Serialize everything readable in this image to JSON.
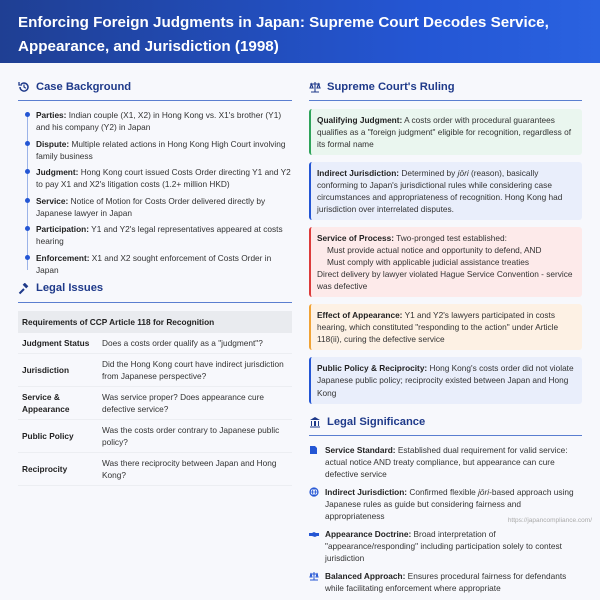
{
  "title": "Enforcing Foreign Judgments in Japan: Supreme Court Decodes Service, Appearance, and Jurisdiction (1998)",
  "background": {
    "heading": "Case Background",
    "items": [
      {
        "label": "Parties:",
        "text": " Indian couple (X1, X2) in Hong Kong vs. X1's brother (Y1) and his company (Y2) in Japan"
      },
      {
        "label": "Dispute:",
        "text": " Multiple related actions in Hong Kong High Court involving family business"
      },
      {
        "label": "Judgment:",
        "text": " Hong Kong court issued Costs Order directing Y1 and Y2 to pay X1 and X2's litigation costs (1.2+ million HKD)"
      },
      {
        "label": "Service:",
        "text": " Notice of Motion for Costs Order delivered directly by Japanese lawyer in Japan"
      },
      {
        "label": "Participation:",
        "text": " Y1 and Y2's legal representatives appeared at costs hearing"
      },
      {
        "label": "Enforcement:",
        "text": " X1 and X2 sought enforcement of Costs Order in Japan"
      }
    ]
  },
  "issues": {
    "heading": "Legal Issues",
    "table_header": "Requirements of CCP Article 118 for Recognition",
    "rows": [
      {
        "k": "Judgment Status",
        "v": "Does a costs order qualify as a \"judgment\"?"
      },
      {
        "k": "Jurisdiction",
        "v": "Did the Hong Kong court have indirect jurisdiction from Japanese perspective?"
      },
      {
        "k": "Service & Appearance",
        "v": "Was service proper? Does appearance cure defective service?"
      },
      {
        "k": "Public Policy",
        "v": "Was the costs order contrary to Japanese public policy?"
      },
      {
        "k": "Reciprocity",
        "v": "Was there reciprocity between Japan and Hong Kong?"
      }
    ]
  },
  "ruling": {
    "heading": "Supreme Court's Ruling",
    "qualifying": {
      "label": "Qualifying Judgment:",
      "text": " A costs order with procedural guarantees qualifies as a \"foreign judgment\" eligible for recognition, regardless of its formal name"
    },
    "jurisdiction": {
      "label": "Indirect Jurisdiction:",
      "pre": " Determined by ",
      "em": "jōri",
      "text": " (reason), basically conforming to Japan's jurisdictional rules while considering case circumstances and appropriateness of recognition. Hong Kong had jurisdiction over interrelated disputes."
    },
    "service": {
      "label": "Service of Process:",
      "text": " Two-pronged test established:",
      "sub1": "Must provide actual notice and opportunity to defend, AND",
      "sub2": "Must comply with applicable judicial assistance treaties",
      "after": "Direct delivery by lawyer violated Hague Service Convention - service was defective"
    },
    "appearance": {
      "label": "Effect of Appearance:",
      "text": " Y1 and Y2's lawyers participated in costs hearing, which constituted \"responding to the action\" under Article 118(ii), curing the defective service"
    },
    "policy": {
      "label": "Public Policy & Reciprocity:",
      "text": " Hong Kong's costs order did not violate Japanese public policy; reciprocity existed between Japan and Hong Kong"
    }
  },
  "significance": {
    "heading": "Legal Significance",
    "items": [
      {
        "icon": "file-signature-icon",
        "label": "Service Standard:",
        "text": " Established dual requirement for valid service: actual notice AND treaty compliance, but appearance can cure defective service"
      },
      {
        "icon": "globe-icon",
        "label": "Indirect Jurisdiction:",
        "pre": " Confirmed flexible ",
        "em": "jōri",
        "text": "-based approach using Japanese rules as guide but considering fairness and appropriateness"
      },
      {
        "icon": "handshake-icon",
        "label": "Appearance Doctrine:",
        "text": " Broad interpretation of \"appearance/responding\" including participation solely to contest jurisdiction"
      },
      {
        "icon": "balance-icon",
        "label": "Balanced Approach:",
        "text": " Ensures procedural fairness for defendants while facilitating enforcement where appropriate"
      }
    ]
  },
  "footer_url": "https://japancompliance.com/"
}
